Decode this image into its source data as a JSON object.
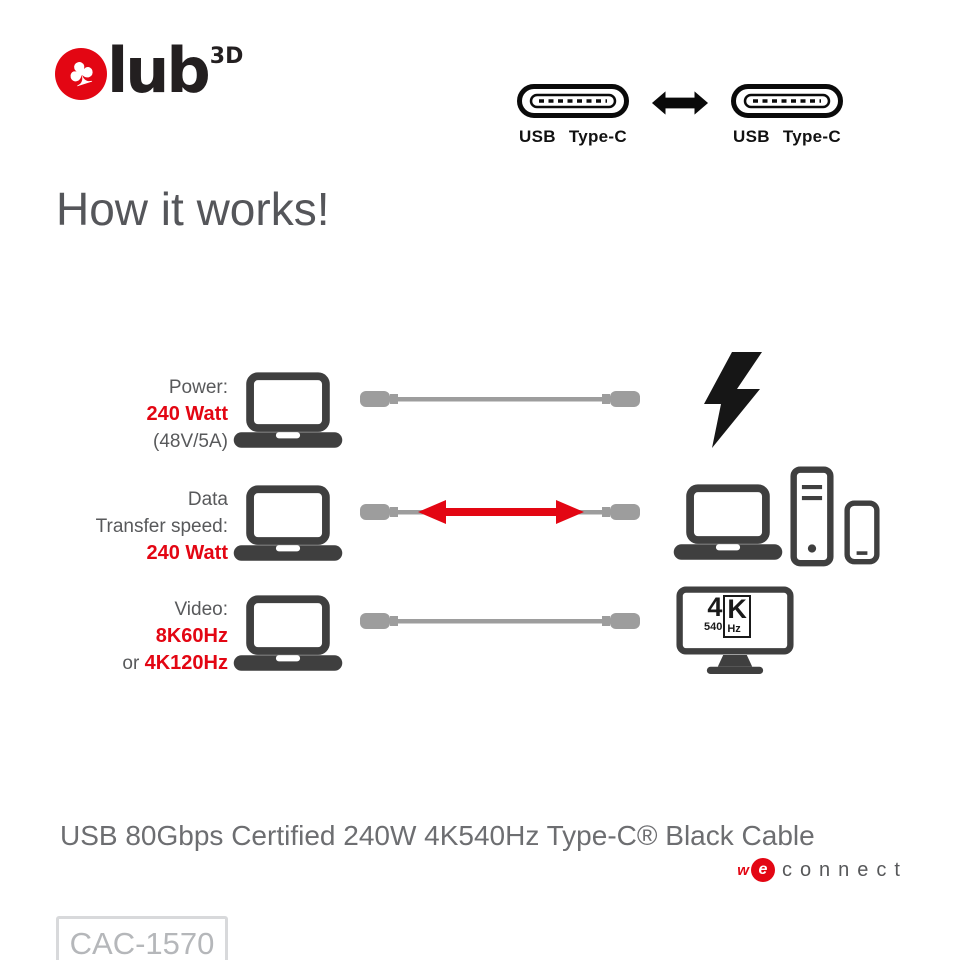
{
  "brand": {
    "logo_symbol": "♣",
    "logo_text": "lub",
    "logo_sup": "3D"
  },
  "connector_header": {
    "left_label": "USB Type-C",
    "right_label": "USB Type-C",
    "arrow_icon": "double-headed-arrow"
  },
  "heading": "How it works!",
  "rows": [
    {
      "id": "power",
      "lines": [
        {
          "text": "Power:"
        },
        {
          "text": "240 Watt"
        },
        {
          "text": "(48V/5A)"
        }
      ],
      "right_icon": "lightning-bolt-icon"
    },
    {
      "id": "data",
      "lines": [
        {
          "text": "Data"
        },
        {
          "text": "Transfer speed:"
        },
        {
          "text": "240 Watt"
        }
      ],
      "right_icon": "devices-icons"
    },
    {
      "id": "video",
      "lines": [
        {
          "text": "Video:"
        },
        {
          "text": "8K60Hz"
        },
        {
          "prefix": "or ",
          "text": "4K120Hz"
        }
      ],
      "right_icon": "monitor-4k540-icon"
    }
  ],
  "monitor_badge": {
    "big_left": "4",
    "big_right": "K",
    "small_left": "540",
    "small_right": "Hz"
  },
  "footer": {
    "title": "USB 80Gbps Certified 240W 4K540Hz Type-C® Black Cable",
    "product_code": "CAC-1570",
    "weconnect": {
      "w": "w",
      "e": "e",
      "rest": "connect"
    }
  },
  "colors": {
    "brand_red": "#e30613",
    "icon_dark": "#3f3f3f",
    "cable_gray": "#9d9d9d",
    "text_gray": "#58595b",
    "footer_gray": "#6d6e71"
  }
}
